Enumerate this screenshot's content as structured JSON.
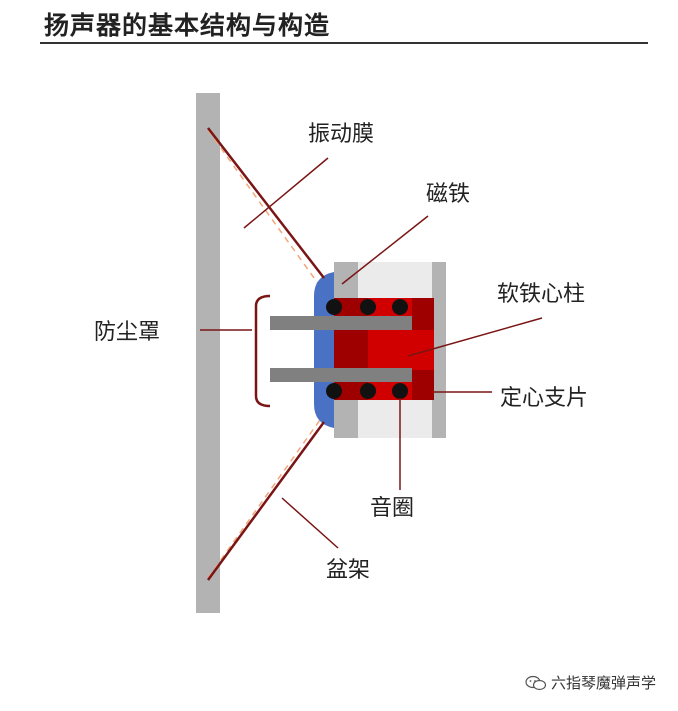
{
  "title": "扬声器的基本结构与构造",
  "labels": {
    "diaphragm": "振动膜",
    "magnet": "磁铁",
    "pole_piece": "软铁心柱",
    "dust_cap": "防尘罩",
    "spider": "定心支片",
    "voice_coil": "音圈",
    "basket": "盆架"
  },
  "watermark": "六指琴魔弹声学",
  "colors": {
    "leader": "#7a1515",
    "frame": "#b3b3b3",
    "dark_red": "#9e0000",
    "bright_red": "#d00000",
    "blue": "#4a72c4",
    "gray_bar": "#808080"
  }
}
